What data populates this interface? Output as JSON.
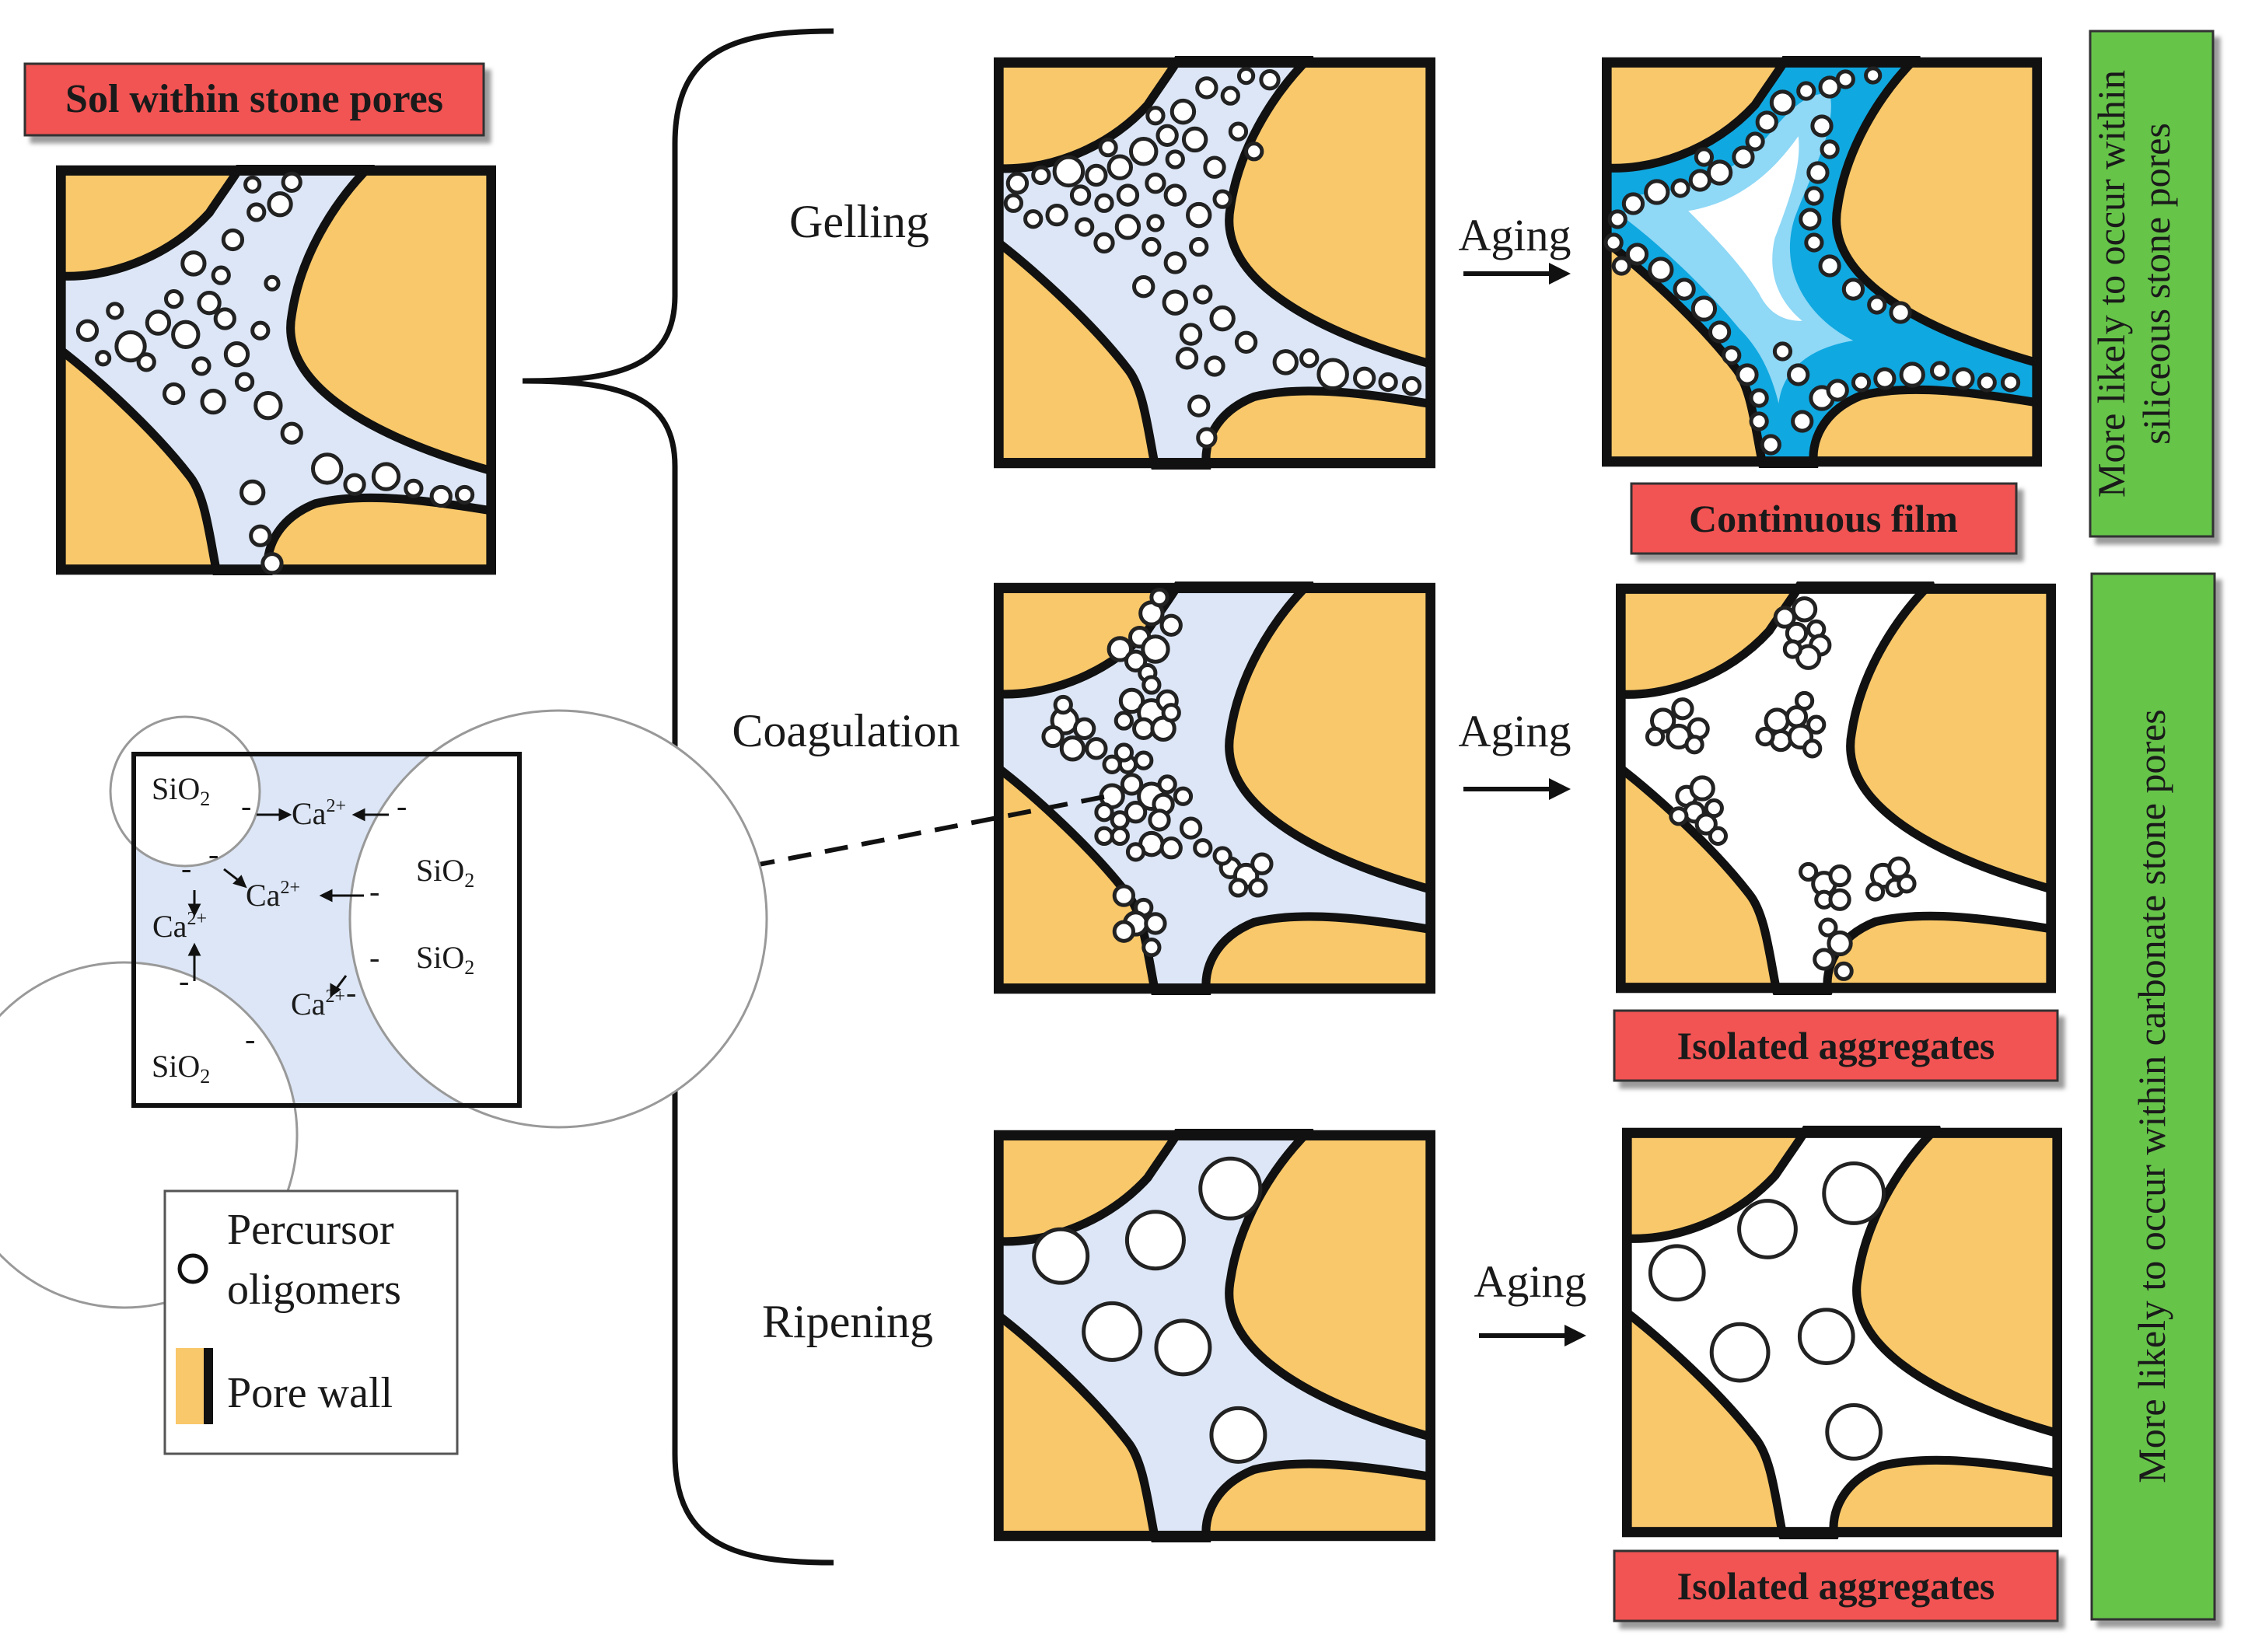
{
  "colors": {
    "pore_wall": "#F9C86A",
    "sol": "#DCE6F6",
    "film_dark": "#10A8E0",
    "film_light": "#8FD8F6",
    "label_red": "#F25252",
    "label_green": "#66C44A",
    "outline": "#111111"
  },
  "start": {
    "label": "Sol within stone pores"
  },
  "processes": [
    {
      "name": "Gelling",
      "aging": "Aging",
      "result": "Continuous film"
    },
    {
      "name": "Coagulation",
      "aging": "Aging",
      "result": "Isolated aggregates"
    },
    {
      "name": "Ripening",
      "aging": "Aging",
      "result": "Isolated aggregates"
    }
  ],
  "side_labels": {
    "siliceous": "More likely to occur within siliceous stone pores",
    "carbonate": "More likely to occur within carbonate stone pores"
  },
  "inset": {
    "sio2": [
      "SiO",
      "SiO",
      "SiO",
      "SiO"
    ],
    "sub_2": "2",
    "ca": [
      "Ca",
      "Ca",
      "Ca",
      "Ca"
    ],
    "sup": "2+",
    "minus": "-"
  },
  "legend": {
    "item1_line1": "Percursor",
    "item1_line2": "oligomers",
    "item2": "Pore wall",
    "icons": [
      "circle-icon",
      "pore-wall-swatch-icon"
    ]
  }
}
